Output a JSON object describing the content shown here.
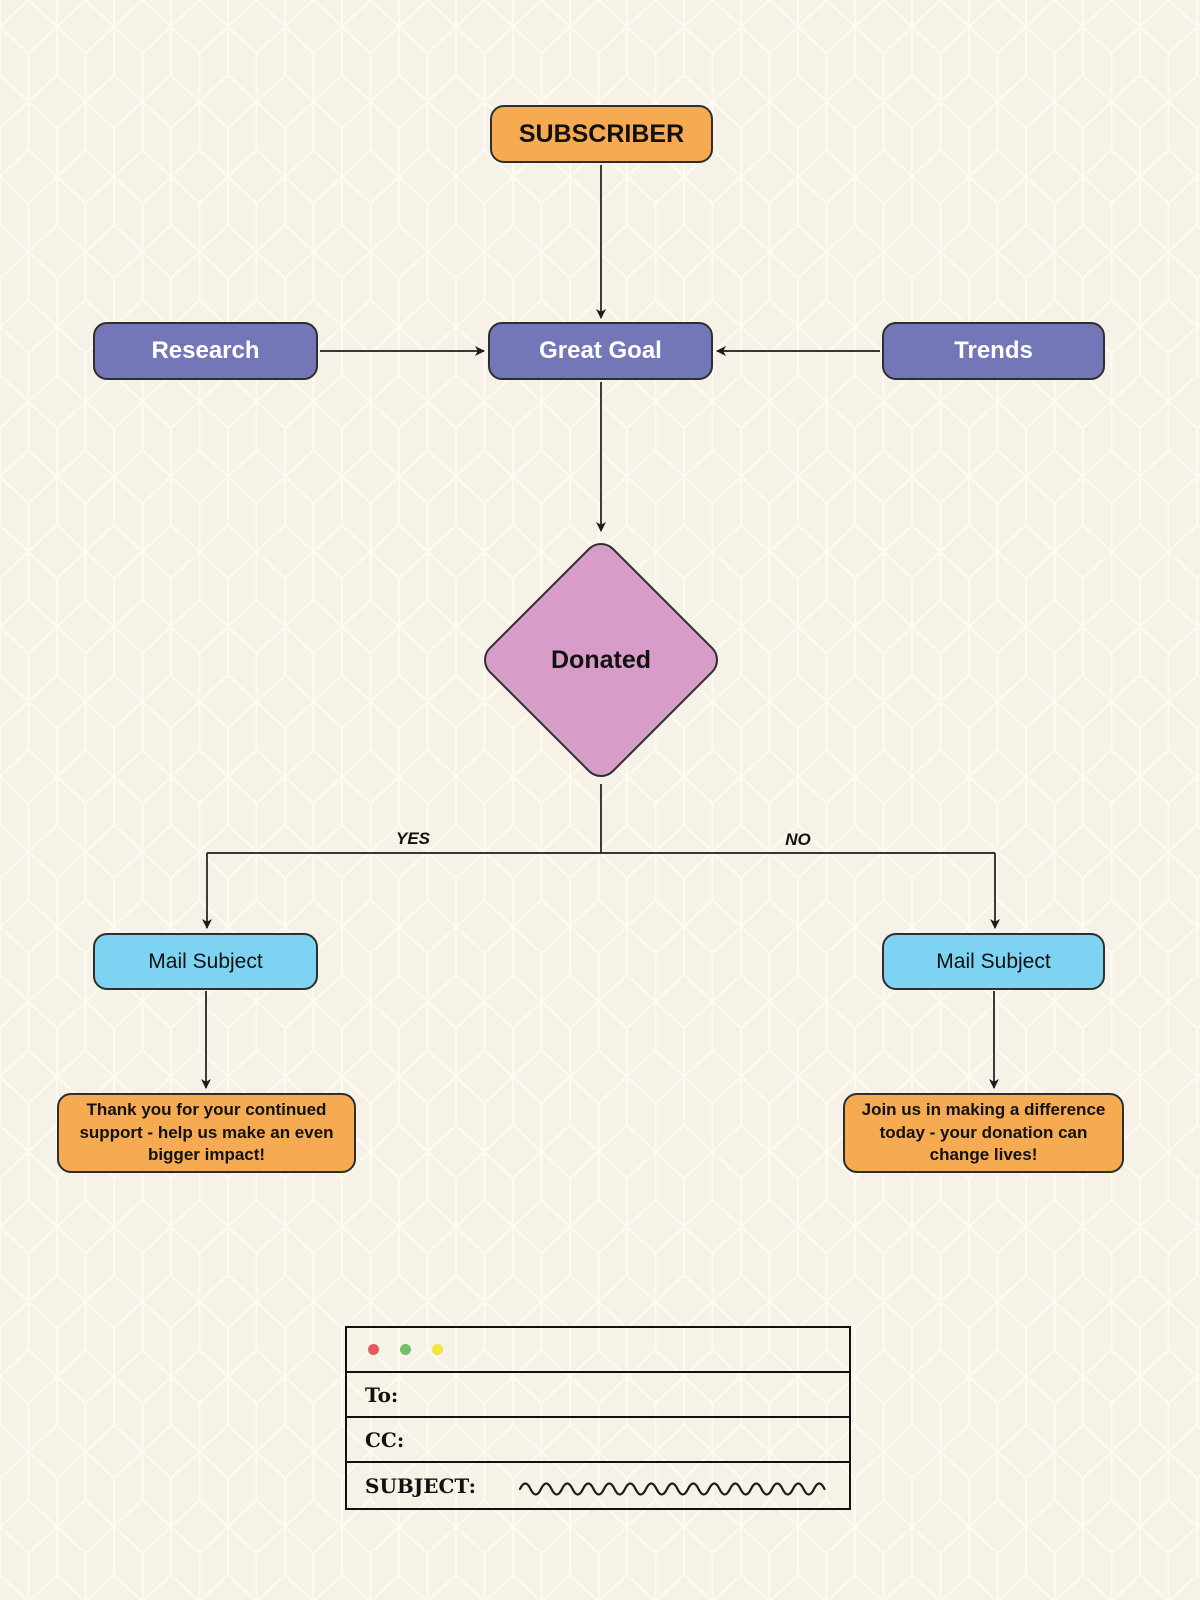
{
  "flowchart": {
    "subscriber_label": "SUBSCRIBER",
    "research_label": "Research",
    "great_goal_label": "Great Goal",
    "trends_label": "Trends",
    "decision_label": "Donated",
    "branch_yes_label": "YES",
    "branch_no_label": "NO",
    "mail_subject_left_label": "Mail Subject",
    "mail_subject_right_label": "Mail Subject",
    "note_left_text": "Thank you for your continued support - help us make an even bigger impact!",
    "note_right_text": "Join us in making a difference today - your donation can change lives!"
  },
  "email_window": {
    "to_label": "To:",
    "cc_label": "CC:",
    "subject_label": "SUBJECT:",
    "traffic_lights": [
      "red-dot",
      "green-dot",
      "yellow-dot"
    ]
  },
  "colors": {
    "background": "#f6f2e8",
    "pattern_line": "#fdfaf1",
    "node_orange": "#f6ab52",
    "node_purple": "#7477b7",
    "decision_pink": "#d89cc8",
    "mail_cyan": "#7dd3f1",
    "connector": "#1c1c1c",
    "dot_red": "#e45b5b",
    "dot_green": "#72bf6a",
    "dot_yellow": "#f2e53e"
  }
}
